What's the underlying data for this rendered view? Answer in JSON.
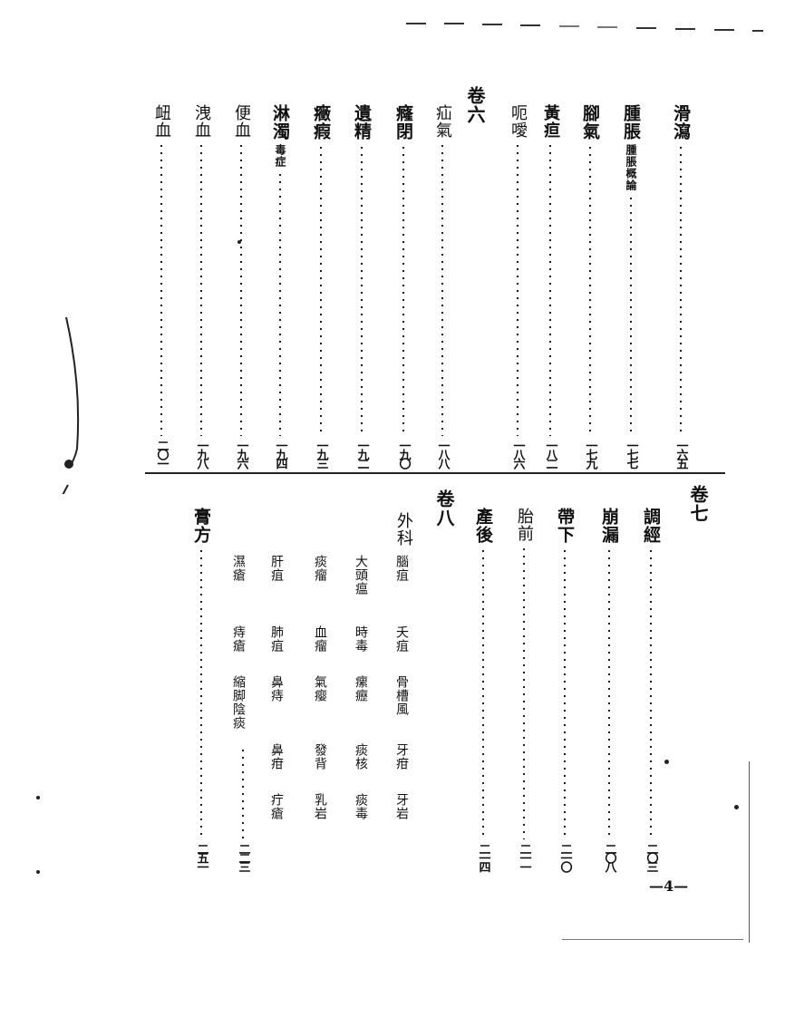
{
  "page": {
    "type": "table-of-contents",
    "folio": "—4—"
  },
  "upper": {
    "entries_right": [
      {
        "title": "滑瀉",
        "page": "一六五"
      },
      {
        "title": "腫脹",
        "note": "腫脹概論",
        "page": "一七七"
      },
      {
        "title": "腳氣",
        "page": "一七九"
      },
      {
        "title": "黃疸",
        "page": "一八二"
      },
      {
        "title": "呃噯",
        "page": "一八六"
      }
    ],
    "juan_label": "卷六",
    "entries_left": [
      {
        "title": "疝氣",
        "page": "一八八"
      },
      {
        "title": "癃閉",
        "page": "一九〇"
      },
      {
        "title": "遺精",
        "page": "一九二"
      },
      {
        "title": "癥瘕",
        "page": "一九三"
      },
      {
        "title": "淋濁",
        "note": "毒症",
        "page": "一九四"
      },
      {
        "title": "便血",
        "page": "一九六"
      },
      {
        "title": "洩血",
        "page": "一九八"
      },
      {
        "title": "衄血",
        "page": "二〇一"
      }
    ]
  },
  "lower": {
    "juan7_label": "卷七",
    "juan7_entries": [
      {
        "title": "調經",
        "page": "二〇三"
      },
      {
        "title": "崩漏",
        "page": "二〇八"
      },
      {
        "title": "帶下",
        "page": "二一〇"
      },
      {
        "title": "胎前",
        "page": "二一一"
      },
      {
        "title": "產後",
        "page": "二一四"
      }
    ],
    "juan8_label": "卷八",
    "waike": {
      "title": "外科",
      "page": "二二三",
      "sub_columns": [
        [
          "腦疽",
          "夭疽",
          "骨槽風",
          "牙疳",
          "牙岩"
        ],
        [
          "大頭瘟",
          "時毒",
          "瘰癧",
          "痰核",
          "痰毒"
        ],
        [
          "痰瘤",
          "血瘤",
          "氣瘿",
          "發背",
          "乳岩"
        ],
        [
          "肝疽",
          "肺疽",
          "鼻痔",
          "鼻疳",
          "疔瘡"
        ],
        [
          "濕瘡",
          "痔瘡",
          "縮脚陰痰"
        ]
      ]
    },
    "gaofang": {
      "title": "膏方",
      "page": "二五一"
    }
  },
  "colors": {
    "ink": "#111111",
    "paper": "#ffffff"
  }
}
